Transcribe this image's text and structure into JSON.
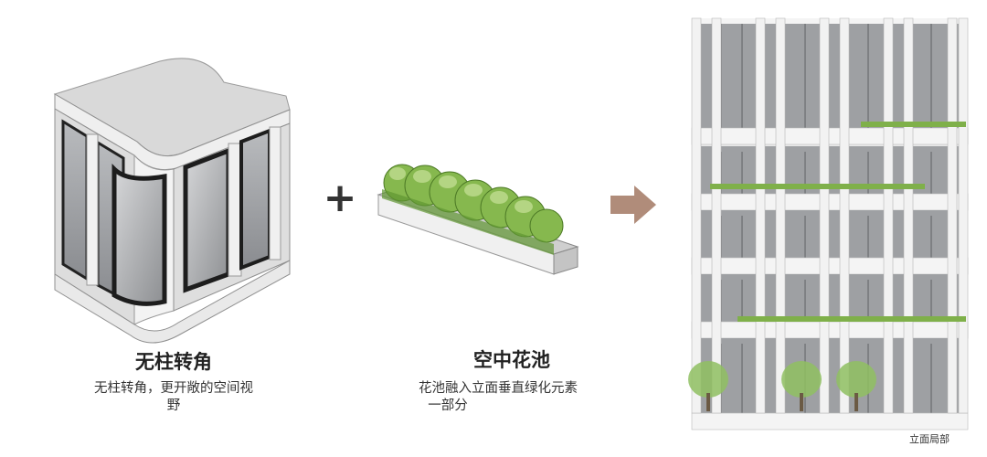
{
  "corner": {
    "title": "无柱转角",
    "description_line1": "无柱转角，更开敞的空间视",
    "description_line2": "野"
  },
  "planter": {
    "title": "空中花池",
    "description_line1": "花池融入立面垂直绿化元素",
    "description_line2": "一部分"
  },
  "operators": {
    "plus": "+"
  },
  "elevation": {
    "caption": "立面局部"
  },
  "colors": {
    "arrow": "#b08c7a",
    "greenery": "#7fb04a",
    "concrete": "#e4e4e4",
    "glass": "#a9abae"
  }
}
